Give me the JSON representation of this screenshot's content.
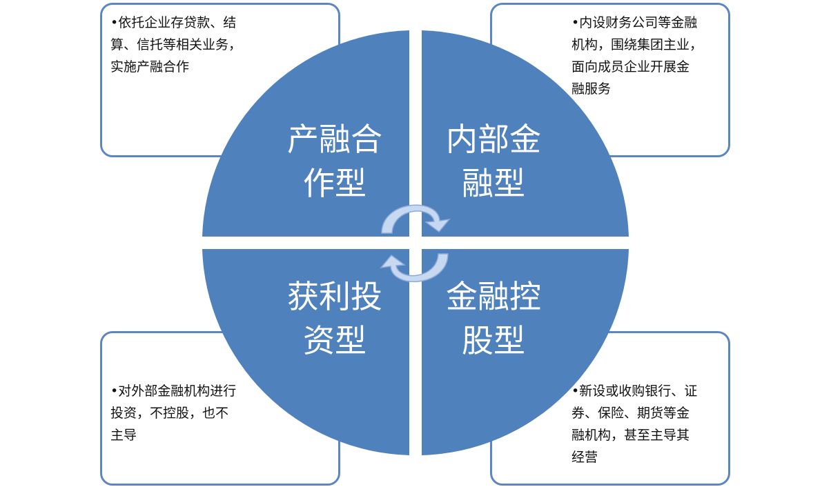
{
  "boxes": {
    "top_left": [
      "•依托企业存贷款、结",
      "算、信托等相关业务，",
      "实施产融合作"
    ],
    "top_right": [
      "•内设财务公司等金融",
      "机构，围绕集团主业，",
      "面向成员企业开展金",
      "融服务"
    ],
    "bottom_left": [
      "•对外部金融机构进行",
      "投资，不控股，也不",
      "主导"
    ],
    "bottom_right": [
      "•新设或收购银行、证",
      "券、保险、期货等金",
      "融机构，甚至主导其",
      "经营"
    ]
  },
  "quadrants": {
    "top_left": [
      "产融合",
      "作型"
    ],
    "top_right": [
      "内部金",
      "融型"
    ],
    "bottom_left": [
      "获利投",
      "资型"
    ],
    "bottom_right": [
      "金融控",
      "股型"
    ]
  },
  "colors": {
    "circle": "#4f81bd",
    "box_border": "#5b86c1",
    "arrow": "#c6d9f1"
  }
}
